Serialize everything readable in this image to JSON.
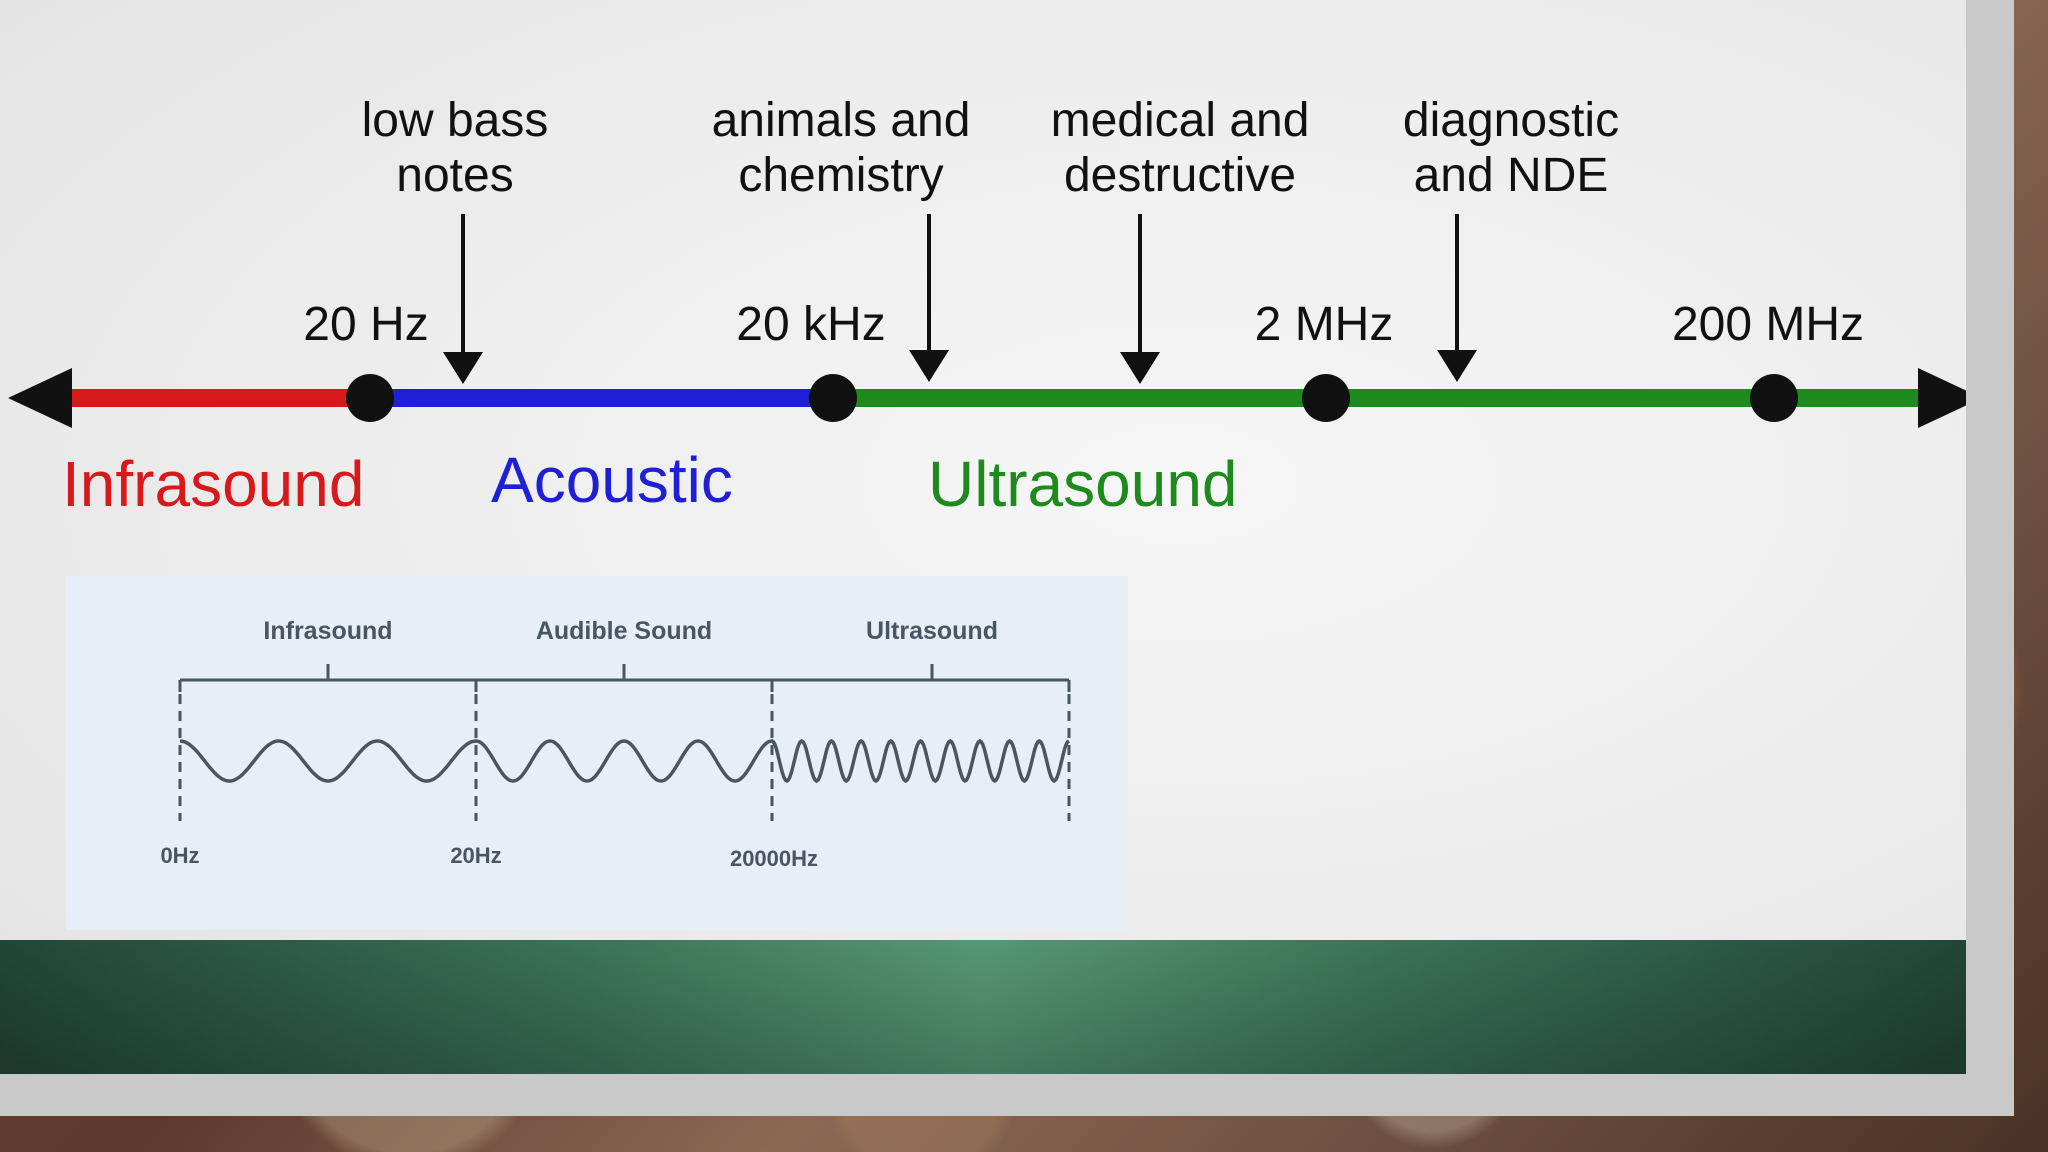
{
  "spectrum": {
    "frequency_labels": [
      "20 Hz",
      "20 kHz",
      "2 MHz",
      "200 MHz"
    ],
    "applications": [
      {
        "line1": "low bass",
        "line2": "notes"
      },
      {
        "line1": "animals and",
        "line2": "chemistry"
      },
      {
        "line1": "medical and",
        "line2": "destructive"
      },
      {
        "line1": "diagnostic",
        "line2": "and NDE"
      }
    ],
    "bands": [
      {
        "name": "Infrasound",
        "color": "#d7191c"
      },
      {
        "name": "Acoustic",
        "color": "#1f1fd6"
      },
      {
        "name": "Ultrasound",
        "color": "#1e8a1e"
      }
    ]
  },
  "inset": {
    "band_labels": [
      "Infrasound",
      "Audible Sound",
      "Ultrasound"
    ],
    "tick_labels": [
      "0Hz",
      "20Hz",
      "20000Hz"
    ]
  }
}
